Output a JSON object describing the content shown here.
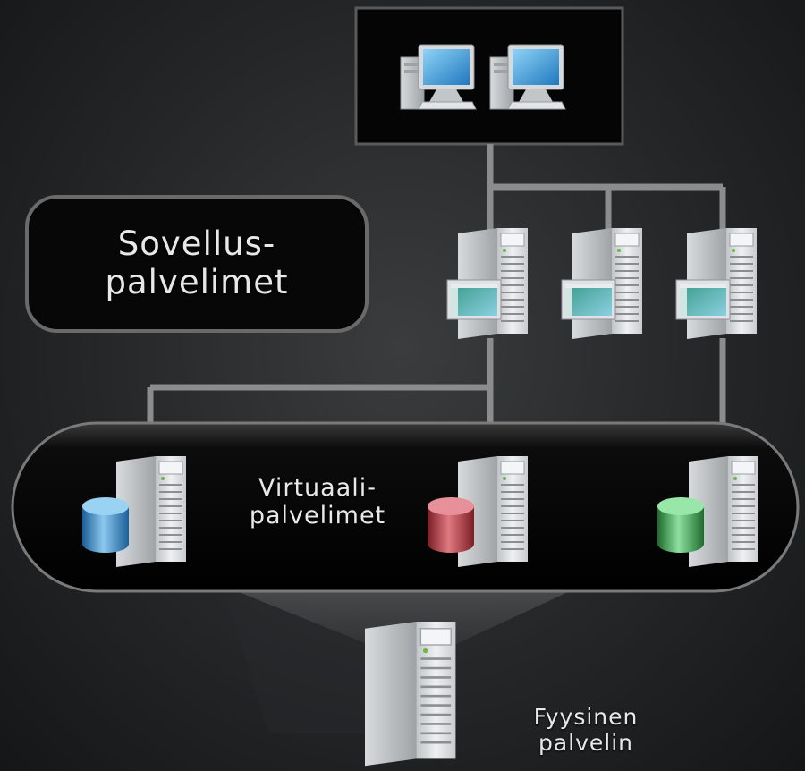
{
  "labels": {
    "application_servers": {
      "line1": "Sovellus-",
      "line2": "palvelimet"
    },
    "virtual_servers": {
      "line1": "Virtuaali-",
      "line2": "palvelimet"
    },
    "physical_server": {
      "line1": "Fyysinen",
      "line2": "palvelin"
    }
  },
  "colors": {
    "background": "#242628",
    "connector": "#8c8c8c",
    "panel_fill": "#050505",
    "panel_border": "#5a5a5a",
    "db_blue": "#2f86c8",
    "db_red": "#c23a44",
    "db_green": "#3aa650",
    "monitor_screen": "#3aa0e0"
  },
  "icons": [
    "client-computer-icon",
    "server-tower-icon",
    "database-cylinder-icon"
  ]
}
